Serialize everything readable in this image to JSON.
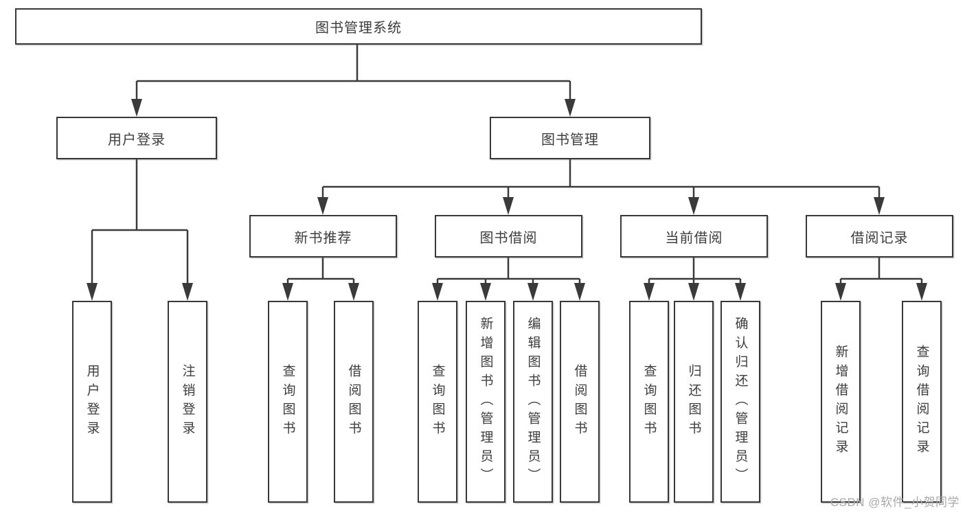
{
  "diagram": {
    "type": "tree",
    "title": "图书管理系统",
    "watermark": "CSDN @软件_小贺同学",
    "colors": {
      "line": "#3a3a3a",
      "box_border": "#373737",
      "text": "#3d3d3d",
      "background": "#ffffff",
      "watermark": "#a8a8a8"
    },
    "root": {
      "label": "图书管理系统"
    },
    "level2": {
      "user_login": "用户登录",
      "book_management": "图书管理"
    },
    "level3": {
      "new_book_recommend": "新书推荐",
      "book_borrow": "图书借阅",
      "current_borrow": "当前借阅",
      "borrow_records": "借阅记录"
    },
    "leaves": {
      "user_login": [
        "用户登录",
        "注销登录"
      ],
      "new_book_recommend": [
        "查询图书",
        "借阅图书"
      ],
      "book_borrow": [
        "查询图书",
        "新增图书（管理员）",
        "编辑图书（管理员）",
        "借阅图书"
      ],
      "current_borrow": [
        "查询图书",
        "归还图书",
        "确认归还（管理员）"
      ],
      "borrow_records": [
        "新增借阅记录",
        "查询借阅记录"
      ]
    }
  }
}
